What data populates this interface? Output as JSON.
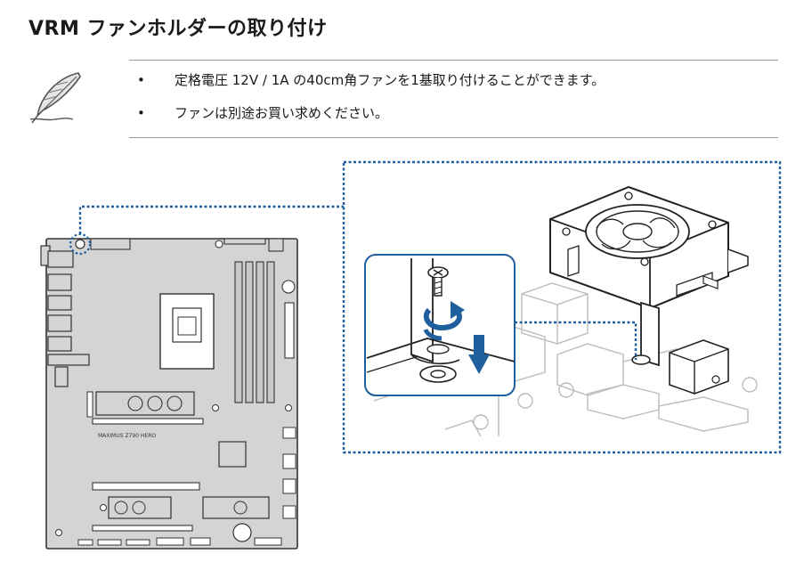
{
  "title": "VRM ファンホルダーの取り付け",
  "notes": [
    "定格電圧 12V / 1A の40cm角ファンを1基取り付けることができます。",
    "ファンは別途お買い求めください。"
  ],
  "board": {
    "model_label": "MAXIMUS Z790 HERO"
  },
  "icons": {
    "note": "feather-pen-icon",
    "screw": "screw-icon",
    "rotate": "rotate-clockwise-icon",
    "down": "arrow-down-icon"
  },
  "colors": {
    "accent": "#1f5f9e",
    "board": "#d4d4d4",
    "rule": "#9a9a9a"
  }
}
